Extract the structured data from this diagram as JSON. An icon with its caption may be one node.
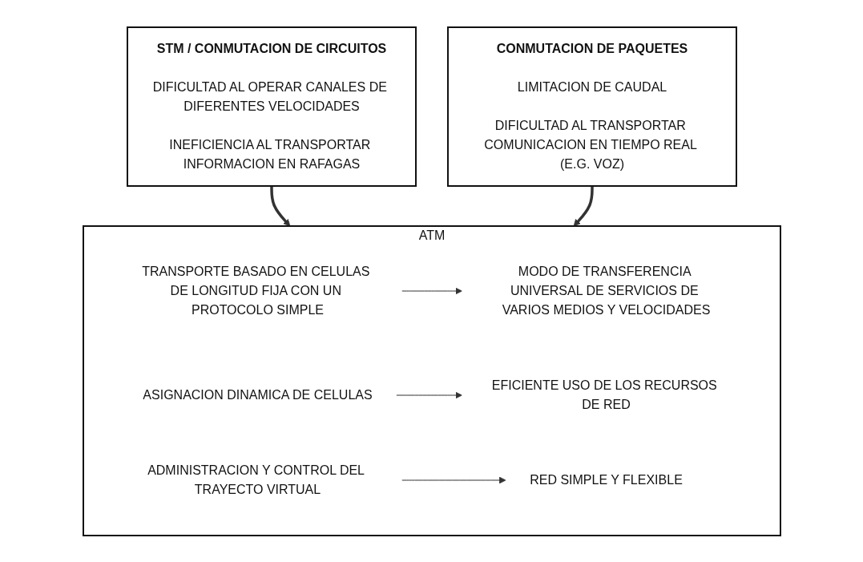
{
  "diagram": {
    "nodes": [
      {
        "text": [
          "STM / CONMUTACION DE CIRCUITOS",
          "DIFICULTAD AL OPERAR CANALES DE DIFERENTES VELOCIDADES",
          "INEFICIENCIA AL TRANSPORTAR INFORMACION EN RAFAGAS"
        ]
      },
      {
        "text": [
          "CONMUTACION DE PAQUETES",
          "LIMITACION DE CAUDAL",
          "DIFICULTAD AL TRANSPORTAR COMUNICACION EN TIEMPO REAL (E.G. VOZ)"
        ]
      },
      {
        "text": [
          "ATM"
        ]
      },
      {
        "text": [
          "TRANSPORTE BASADO EN CELULAS DE LONGITUD FIJA CON UN PROTOCOLO SIMPLE"
        ],
        "in": 2
      },
      {
        "text": [
          "MODO DE TRANSFERENCIA UNIVERSAL DE SERVICIOS DE VARIOS MEDIOS Y VELOCIDADES"
        ],
        "in": 2
      },
      {
        "text": [
          "ASIGNACION DINAMICA DE CELULAS"
        ],
        "in": 2
      },
      {
        "text": [
          "EFICIENTE USO DE LOS RECURSOS DE RED"
        ],
        "in": 2
      },
      {
        "text": [
          "ADMINISTRACION Y CONTROL DEL TRAYECTO VIRTUAL"
        ],
        "in": 2
      },
      {
        "text": [
          "RED SIMPLE Y FLEXIBLE"
        ],
        "in": 2
      }
    ],
    "edges": [
      {
        "from": 0,
        "to": 2,
        "arrow": "to",
        "style": "thick"
      },
      {
        "from": 1,
        "to": 2,
        "arrow": "to",
        "style": "thick"
      },
      {
        "from": 3,
        "to": 4,
        "arrow": "to"
      },
      {
        "from": 5,
        "to": 6,
        "arrow": "to"
      },
      {
        "from": 7,
        "to": 8,
        "arrow": "to"
      }
    ]
  }
}
